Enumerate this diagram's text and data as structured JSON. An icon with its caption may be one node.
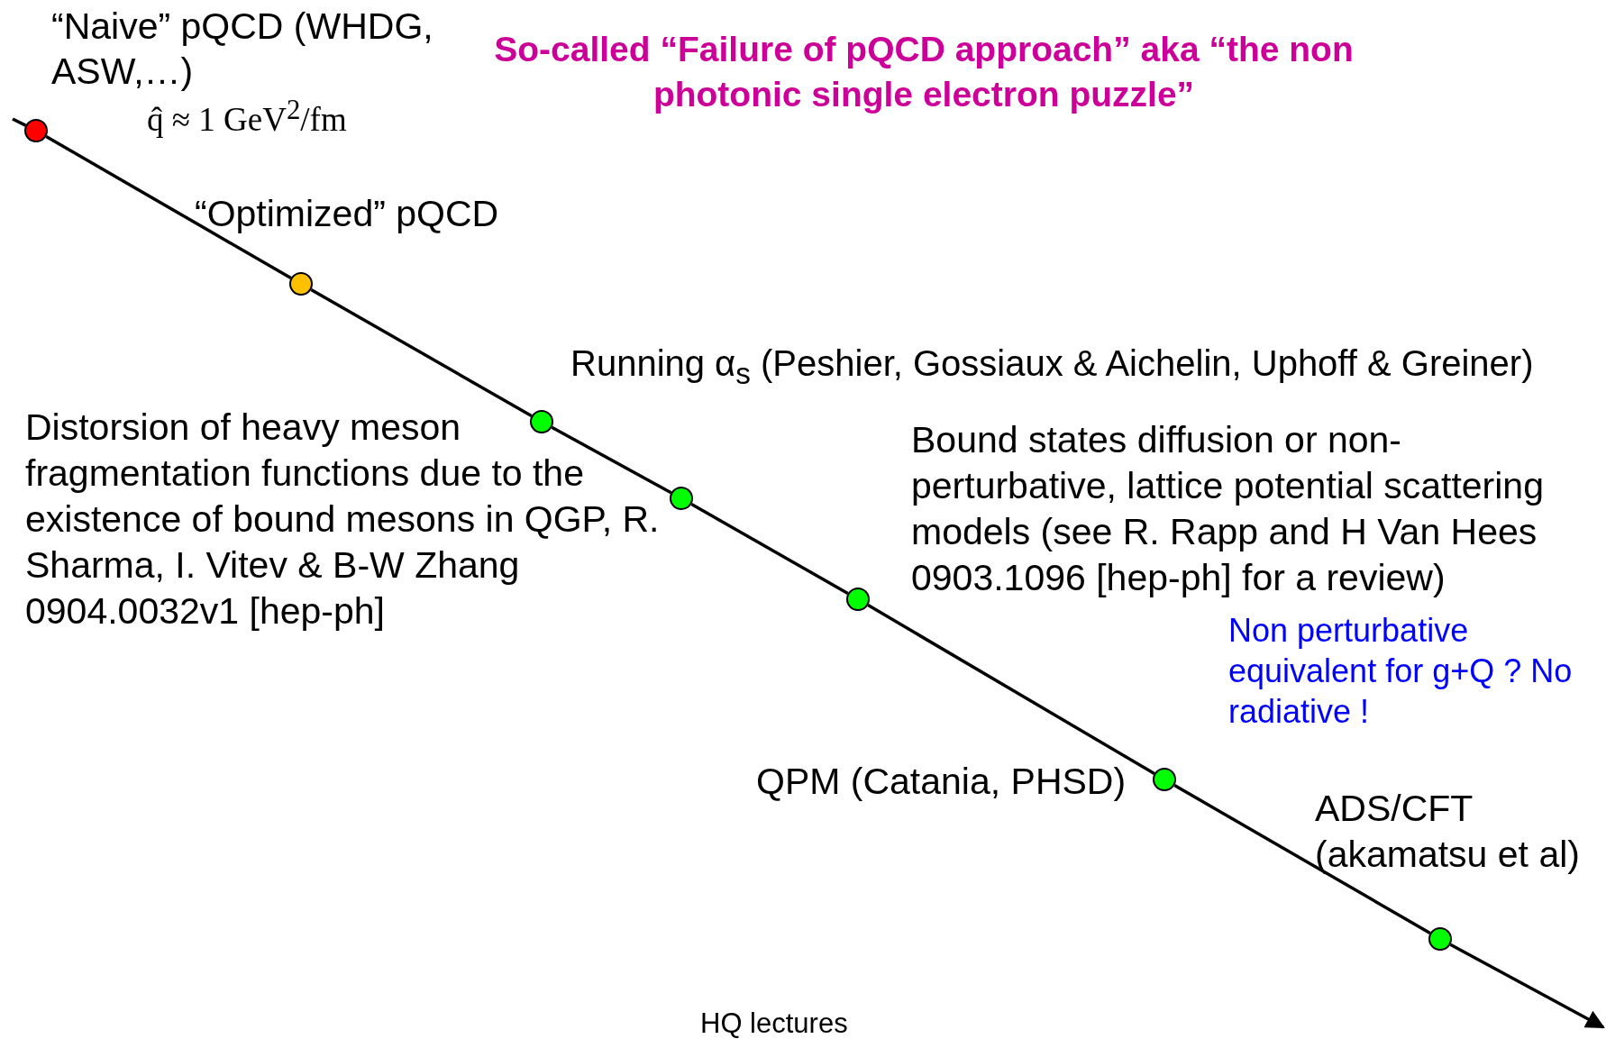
{
  "diagram": {
    "nodes": [
      {
        "text": [],
        "shape": "circle",
        "beside": [
          "“Naive” pQCD (WHDG, ASW,…)"
        ]
      },
      {
        "text": [],
        "shape": "circle",
        "beside": [
          "“Optimized” pQCD"
        ]
      },
      {
        "text": [],
        "shape": "circle",
        "beside": [
          "Running α$_{s}$ (Peshier, Gossiaux & Aichelin, Uphoff & Greiner)"
        ]
      },
      {
        "text": [],
        "shape": "circle"
      },
      {
        "text": [],
        "shape": "circle"
      },
      {
        "text": [],
        "shape": "circle",
        "beside": [
          "QPM (Catania, PHSD)"
        ]
      },
      {
        "text": [],
        "shape": "circle",
        "beside": [
          "ADS/CFT (akamatsu et al)"
        ]
      }
    ],
    "edges": [
      {
        "from": null,
        "to": 0,
        "arrow": "none"
      },
      {
        "from": 0,
        "to": 1,
        "arrow": "none"
      },
      {
        "from": 1,
        "to": 2,
        "arrow": "none"
      },
      {
        "from": 2,
        "to": 3,
        "arrow": "none"
      },
      {
        "from": 3,
        "to": 4,
        "arrow": "none"
      },
      {
        "from": 4,
        "to": 5,
        "arrow": "none"
      },
      {
        "from": 5,
        "to": 6,
        "arrow": "none"
      },
      {
        "from": 6,
        "to": null,
        "arrow": "to"
      }
    ],
    "labels": [
      "q̂ ≈ 1 GeV$^{2}$/fm",
      "So-called “Failure of pQCD approach”  aka “the non photonic single electron puzzle”",
      "Distorsion of heavy meson fragmentation functions due to the existence of bound mesons in QGP, R. Sharma, I. Vitev & B-W Zhang 0904.0032v1 [hep-ph]",
      "Bound states diffusion or non-perturbative, lattice potential scattering models (see R. Rapp and H Van Hees 0903.1096 [hep-ph] for a review)",
      "Non perturbative equivalent for g+Q ? No radiative !",
      "HQ lectures"
    ]
  }
}
